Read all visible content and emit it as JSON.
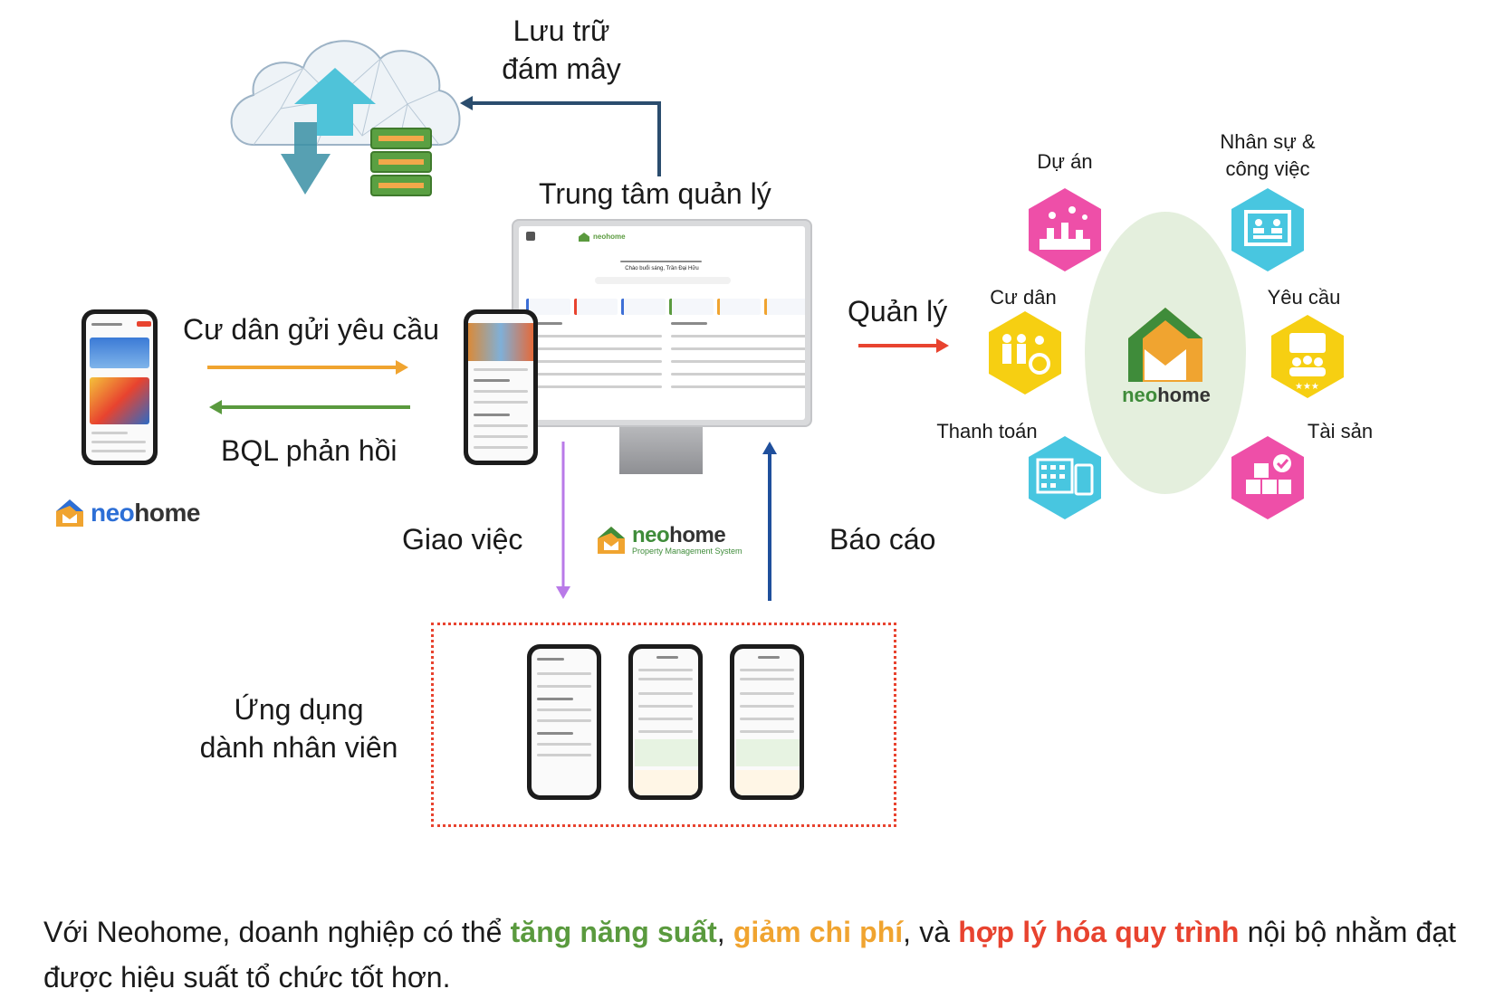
{
  "labels": {
    "cloud": [
      "Lưu trữ",
      "đám mây"
    ],
    "center": "Trung tâm quản lý",
    "resident_request": "Cư dân gửi yêu cầu",
    "bql_reply": "BQL phản hồi",
    "manage": "Quản lý",
    "assign": "Giao việc",
    "report": "Báo cáo",
    "staff_app": [
      "Ứng dụng",
      "dành nhân viên"
    ]
  },
  "brand": {
    "name_part1": "neo",
    "name_part2": "home",
    "subtitle": "Property Management System"
  },
  "modules": {
    "projects": "Dự án",
    "staff": [
      "Nhân sự &",
      "công việc"
    ],
    "residents": "Cư dân",
    "requests": "Yêu cầu",
    "payments": "Thanh toán",
    "assets": "Tài sản"
  },
  "caption": {
    "t1": "Với Neohome, doanh nghiệp có thể ",
    "h1": "tăng năng suất",
    "t2": ", ",
    "h2": "giảm chi phí",
    "t3": ", và ",
    "h3": "hợp lý hóa quy trình",
    "t4": " nội bộ nhằm đạt được hiệu suất tổ chức tốt hơn."
  },
  "colors": {
    "green": "#5a9a3e",
    "orange": "#f0a430",
    "red": "#e8432f",
    "pink": "#ee4fa8",
    "cyan": "#48c6e0",
    "yellow": "#f6cf12",
    "navy": "#2b4d6e",
    "purple": "#b97ae8",
    "blue": "#1f4f9c"
  },
  "monitor": {
    "greeting": "Chào buổi sáng, Trần Đại Hữu"
  }
}
